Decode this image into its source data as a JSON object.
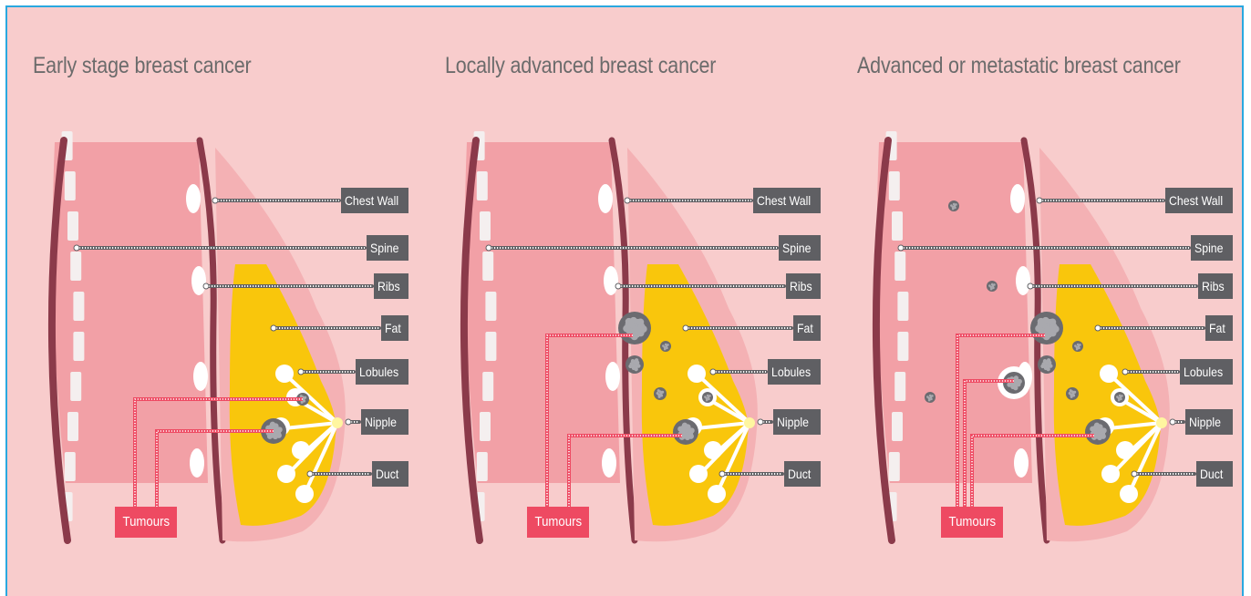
{
  "panels": [
    {
      "title": "Early stage breast cancer"
    },
    {
      "title": "Locally advanced breast cancer"
    },
    {
      "title": "Advanced or metastatic breast cancer"
    }
  ],
  "labels": {
    "chest_wall": "Chest Wall",
    "spine": "Spine",
    "ribs": "Ribs",
    "fat": "Fat",
    "lobules": "Lobules",
    "nipple": "Nipple",
    "duct": "Duct",
    "tumours": "Tumours"
  },
  "colors": {
    "background": "#f8cccc",
    "frame_border": "#29a8e0",
    "chest": "#f2a0a6",
    "breast_outline": "#f4b1b4",
    "fat": "#f9c60c",
    "rib_line": "#8b3a4a",
    "label_box": "#5f5f63",
    "tumour_label": "#ee4a62",
    "tumour": "#6b6b70"
  }
}
